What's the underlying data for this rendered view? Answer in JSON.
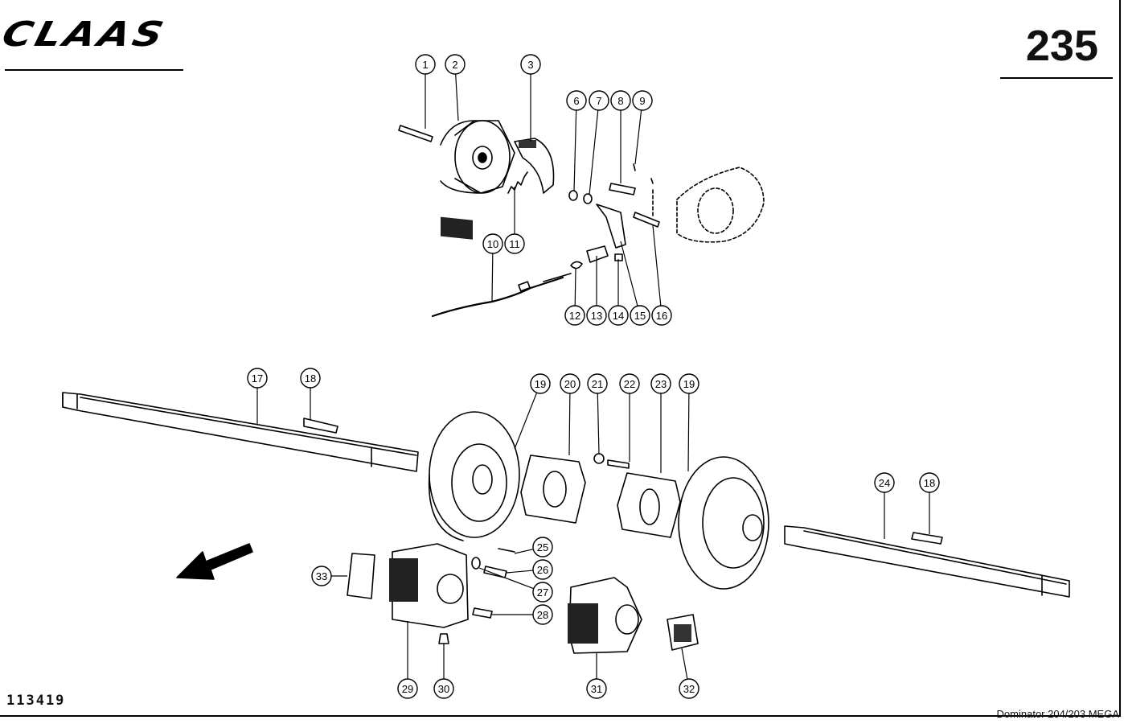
{
  "header": {
    "brand": "CLAAS",
    "page_number": "235"
  },
  "footer": {
    "drawing_code": "113419",
    "model": "Dominator 204/203 MEGA"
  },
  "callouts": [
    {
      "id": "c1",
      "label": "1"
    },
    {
      "id": "c2",
      "label": "2"
    },
    {
      "id": "c3",
      "label": "3"
    },
    {
      "id": "c6",
      "label": "6"
    },
    {
      "id": "c7",
      "label": "7"
    },
    {
      "id": "c8",
      "label": "8"
    },
    {
      "id": "c9",
      "label": "9"
    },
    {
      "id": "c10",
      "label": "10"
    },
    {
      "id": "c11",
      "label": "11"
    },
    {
      "id": "c12",
      "label": "12"
    },
    {
      "id": "c13",
      "label": "13"
    },
    {
      "id": "c14",
      "label": "14"
    },
    {
      "id": "c15",
      "label": "15"
    },
    {
      "id": "c16",
      "label": "16"
    },
    {
      "id": "c17",
      "label": "17"
    },
    {
      "id": "c18a",
      "label": "18"
    },
    {
      "id": "c19a",
      "label": "19"
    },
    {
      "id": "c20",
      "label": "20"
    },
    {
      "id": "c21",
      "label": "21"
    },
    {
      "id": "c22",
      "label": "22"
    },
    {
      "id": "c23",
      "label": "23"
    },
    {
      "id": "c19b",
      "label": "19"
    },
    {
      "id": "c24",
      "label": "24"
    },
    {
      "id": "c18b",
      "label": "18"
    },
    {
      "id": "c25",
      "label": "25"
    },
    {
      "id": "c26",
      "label": "26"
    },
    {
      "id": "c27",
      "label": "27"
    },
    {
      "id": "c28",
      "label": "28"
    },
    {
      "id": "c33",
      "label": "33"
    },
    {
      "id": "c29",
      "label": "29"
    },
    {
      "id": "c30",
      "label": "30"
    },
    {
      "id": "c31",
      "label": "31"
    },
    {
      "id": "c32",
      "label": "32"
    }
  ]
}
